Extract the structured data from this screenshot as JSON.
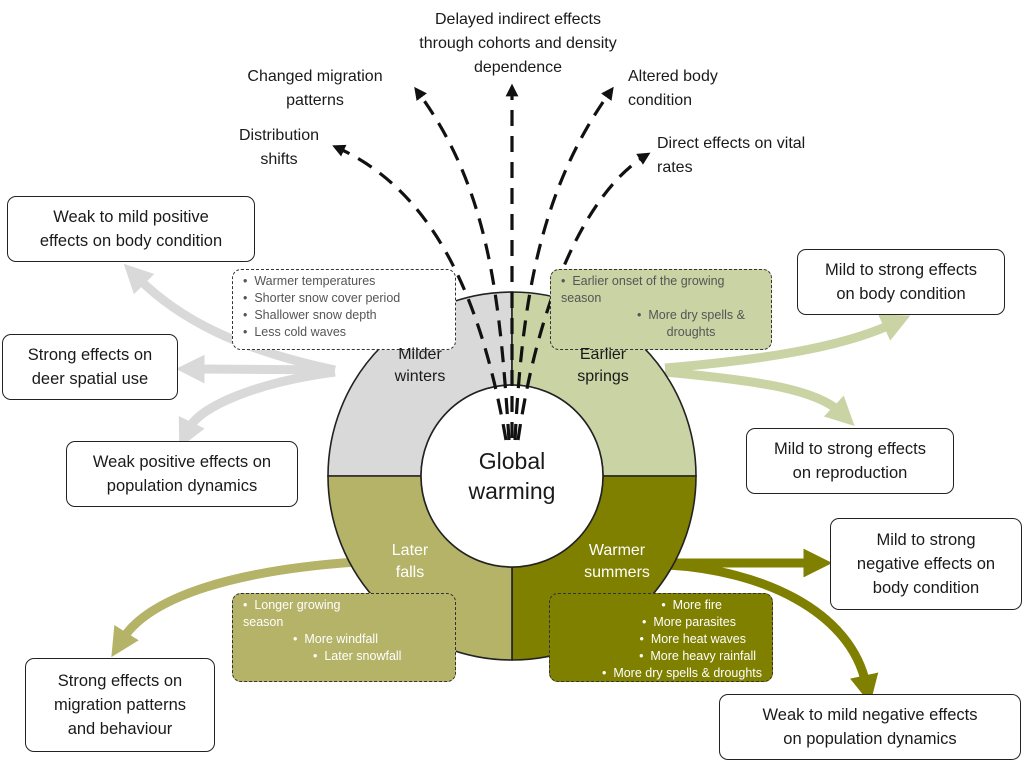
{
  "center": {
    "label": "Global\nwarming"
  },
  "segments": {
    "milder_winters": {
      "label": "Milder\nwinters",
      "color": "#d9d9d9"
    },
    "earlier_springs": {
      "label": "Earlier\nsprings",
      "color": "#c9d3a4"
    },
    "later_falls": {
      "label": "Later\nfalls",
      "color": "#b4b367",
      "label_color": "#ffffff"
    },
    "warmer_summers": {
      "label": "Warmer\nsummers",
      "color": "#7f7f00",
      "label_color": "#ffffff"
    }
  },
  "top_effects": {
    "delayed": "Delayed indirect effects\nthrough cohorts and density\ndependence",
    "migration": "Changed migration\npatterns",
    "distribution": "Distribution\nshifts",
    "body": "Altered body\ncondition",
    "vital": "Direct effects on vital\nrates"
  },
  "notes": {
    "winter": [
      "Warmer temperatures",
      "Shorter snow cover period",
      "Shallower snow depth",
      "Less cold waves"
    ],
    "spring": [
      "Earlier onset of the growing season",
      "More dry spells & droughts"
    ],
    "fall": [
      "Longer growing season",
      "More windfall",
      "Later snowfall"
    ],
    "summer": [
      "More fire",
      "More parasites",
      "More heat waves",
      "More heavy rainfall",
      "More dry spells & droughts"
    ]
  },
  "outcomes": {
    "winter_body": "Weak to mild positive\neffects on body condition",
    "winter_spatial": "Strong effects on\ndeer spatial use",
    "winter_pop": "Weak positive effects on\npopulation dynamics",
    "spring_body": "Mild to strong effects\non body condition",
    "spring_repro": "Mild to strong effects\non reproduction",
    "summer_body": "Mild to strong\nnegative effects on\nbody condition",
    "summer_pop": "Weak to mild negative effects\non population dynamics",
    "fall_migration": "Strong effects on\nmigration patterns\nand behaviour"
  },
  "colors": {
    "winter_arrow": "#d9d9d9",
    "spring_arrow": "#c9d3a4",
    "fall_arrow": "#b4b367",
    "summer_arrow": "#7f7f00",
    "spring_note": "#c9d3a4",
    "fall_note": "#b4b367",
    "summer_note": "#7f7f00"
  }
}
